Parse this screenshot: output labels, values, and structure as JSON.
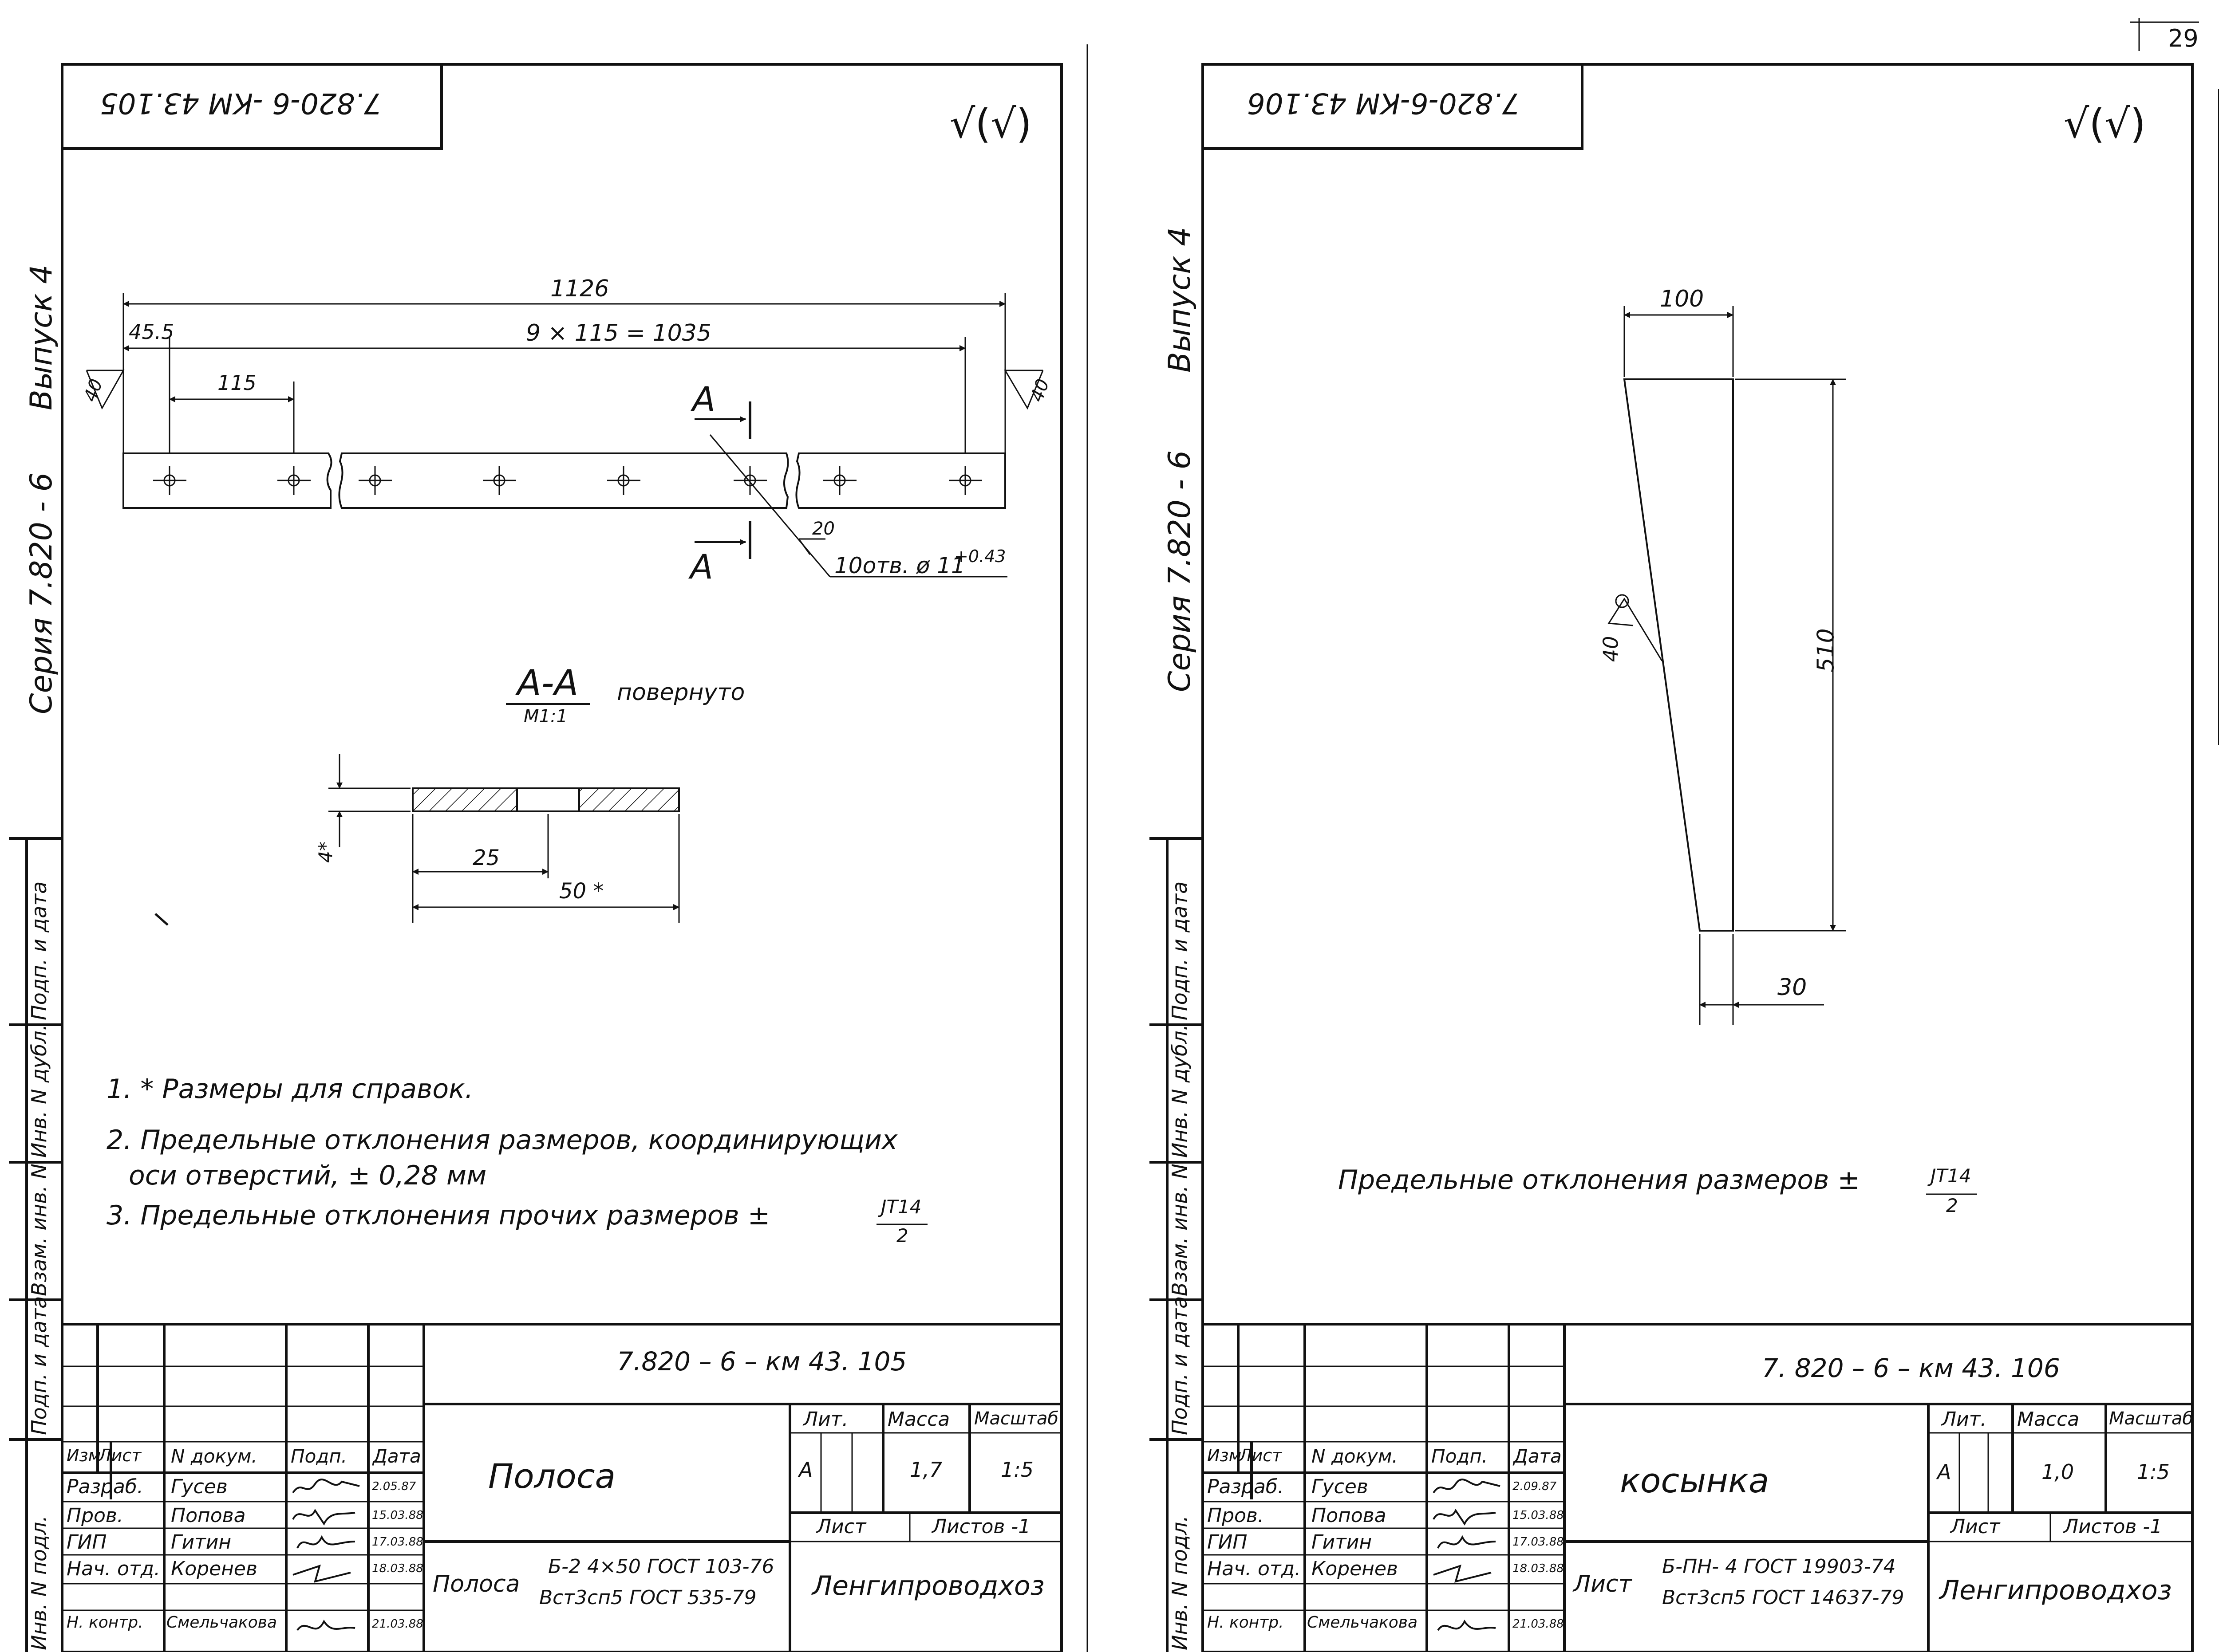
{
  "page_number": "29",
  "left": {
    "stamp_code": "7.820-6 -КМ 43.105",
    "margin_series": "Серия  7.820 - 6",
    "margin_issue": "Выпуск 4",
    "side_labels": [
      "Подп. и дата",
      "Инв. N дубл.",
      "Взам. инв. N",
      "Подп. и дата",
      "Инв. N подл."
    ],
    "roughness": "√(√)",
    "dims": {
      "overall": "1126",
      "pitch": "9 × 115 = 1035",
      "edge": "45.5",
      "step": "115",
      "bevel_left": "40",
      "bevel_right": "40",
      "weld_20": "20",
      "holes": "10отв. ø 11",
      "holes_tol": "+0.43",
      "cut_letter": "А",
      "section_w1": "25",
      "section_w2": "50 *",
      "section_t": "4*"
    },
    "section_title": "А-А",
    "section_scale": "М1:1",
    "section_note": "повернуто",
    "notes": [
      "1. * Размеры  для  справок.",
      "2. Предельные  отклонения  размеров, координирующих",
      "оси  отверстий,  ± 0,28 мм",
      "3. Предельные  отклонения  прочих  размеров ±"
    ],
    "tol_frac_top": "JT14",
    "tol_frac_bottom": "2",
    "title_block": {
      "doc_code": "7.820 – 6  – км  43. 105",
      "name": "Полоса",
      "col_headers": [
        "Изм",
        "Лист",
        "N докум.",
        "Подп.",
        "Дата"
      ],
      "rows": [
        {
          "role": "Разраб.",
          "name": "Гусев",
          "date": "2.05.87"
        },
        {
          "role": "Пров.",
          "name": "Попова",
          "date": "15.03.88"
        },
        {
          "role": "ГИП",
          "name": "Гитин",
          "date": "17.03.88"
        },
        {
          "role": "Нач. отд.",
          "name": "Коренев",
          "date": "18.03.88"
        },
        {
          "role": "Н. контр.",
          "name": "Смельчакова",
          "date": "21.03.88"
        }
      ],
      "lit_header": "Лит.",
      "mass_header": "Масса",
      "scale_header": "Масштаб",
      "lit_value": "А",
      "mass_value": "1,7",
      "scale_value": "1:5",
      "sheet_label": "Лист",
      "sheets_label": "Листов -1",
      "material_prefix": "Полоса",
      "material_top": "Б-2  4×50 ГОСТ 103-76",
      "material_bottom": "Вст3сп5 ГОСТ 535-79",
      "org": "Ленгипроводхоз"
    }
  },
  "right": {
    "stamp_code": "7.820-6-КМ 43.106",
    "margin_series": "Серия  7.820 - 6",
    "margin_issue": "Выпуск 4",
    "side_labels": [
      "Подп. и дата",
      "Инв. N дубл.",
      "Взам. инв. N",
      "Подп. и дата",
      "Инв. N подл."
    ],
    "roughness": "√(√)",
    "dims": {
      "top": "100",
      "height": "510",
      "bottom": "30",
      "weld": "40"
    },
    "note_text": "Предельные   отклонения   размеров ±",
    "tol_frac_top": "JT14",
    "tol_frac_bottom": "2",
    "title_block": {
      "doc_code": "7. 820 – 6   – км  43. 106",
      "name": "косынка",
      "col_headers": [
        "Изм",
        "Лист",
        "N докум.",
        "Подп.",
        "Дата"
      ],
      "rows": [
        {
          "role": "Разраб.",
          "name": "Гусев",
          "date": "2.09.87"
        },
        {
          "role": "Пров.",
          "name": "Попова",
          "date": "15.03.88"
        },
        {
          "role": "ГИП",
          "name": "Гитин",
          "date": "17.03.88"
        },
        {
          "role": "Нач. отд.",
          "name": "Коренев",
          "date": "18.03.88"
        },
        {
          "role": "Н. контр.",
          "name": "Смельчакова",
          "date": "21.03.88"
        }
      ],
      "lit_header": "Лит.",
      "mass_header": "Масса",
      "scale_header": "Масштаб",
      "lit_value": "А",
      "mass_value": "1,0",
      "scale_value": "1:5",
      "sheet_label": "Лист",
      "sheets_label": "Листов -1",
      "material_prefix": "Лист",
      "material_top": "Б-ПН- 4 ГОСТ 19903-74",
      "material_bottom": "Вст3сп5 ГОСТ 14637-79",
      "org": "Ленгипроводхоз"
    }
  }
}
